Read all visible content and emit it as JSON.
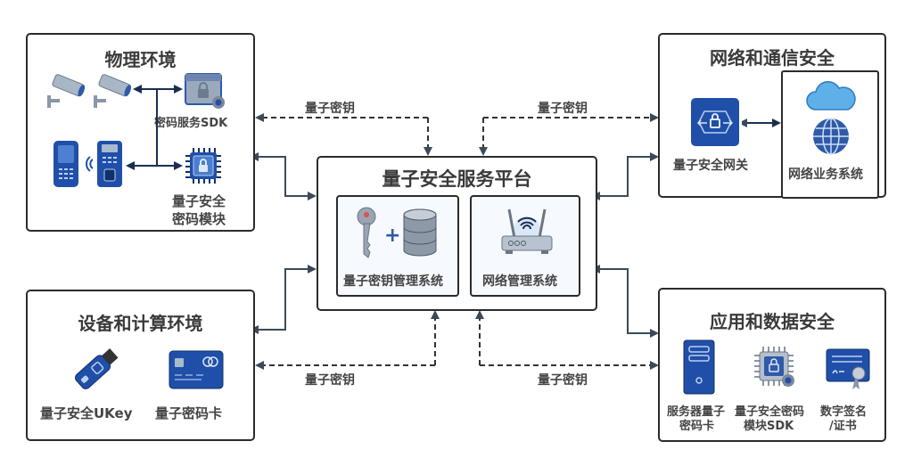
{
  "diagram": {
    "platform": {
      "title": "量子安全服务平台",
      "modules": [
        {
          "label": "量子密钥管理系统",
          "icon": "key-database-icon"
        },
        {
          "label": "网络管理系统",
          "icon": "wifi-router-icon"
        }
      ]
    },
    "physical": {
      "title": "物理环境",
      "items": [
        {
          "label": "密码服务SDK",
          "icon": "sdk-window-lock-icon"
        },
        {
          "label_line1": "量子安全",
          "label_line2": "密码模块",
          "icon": "chip-lock-icon"
        }
      ],
      "devices": [
        "security-camera-icon",
        "security-camera-icon",
        "mobile-phone-icon",
        "fingerprint-terminal-icon"
      ]
    },
    "network": {
      "title": "网络和通信安全",
      "gateway_label": "量子安全网关",
      "business_label": "网络业务系统"
    },
    "device_compute": {
      "title": "设备和计算环境",
      "items": [
        {
          "label": "量子安全UKey",
          "icon": "usb-key-icon"
        },
        {
          "label": "量子密码卡",
          "icon": "crypto-card-icon"
        }
      ]
    },
    "app_data": {
      "title": "应用和数据安全",
      "items": [
        {
          "label_line1": "服务器量子",
          "label_line2": "密码卡",
          "icon": "server-icon"
        },
        {
          "label_line1": "量子安全密码",
          "label_line2": "模块SDK",
          "icon": "chip-gear-icon"
        },
        {
          "label_line1": "数字签名",
          "label_line2": "/证书",
          "icon": "certificate-icon"
        }
      ]
    },
    "links": {
      "key_label_top_left": "量子密钥",
      "key_label_top_right": "量子密钥",
      "key_label_bottom_left": "量子密钥",
      "key_label_bottom_right": "量子密钥"
    },
    "colors": {
      "border": "#2b2b2b",
      "wire": "#3b4a5a",
      "icon_blue": "#1f4fa8",
      "icon_blue_light": "#3f7fd6",
      "cloud": "#5fb0e8",
      "text": "#3a3a3a"
    }
  }
}
